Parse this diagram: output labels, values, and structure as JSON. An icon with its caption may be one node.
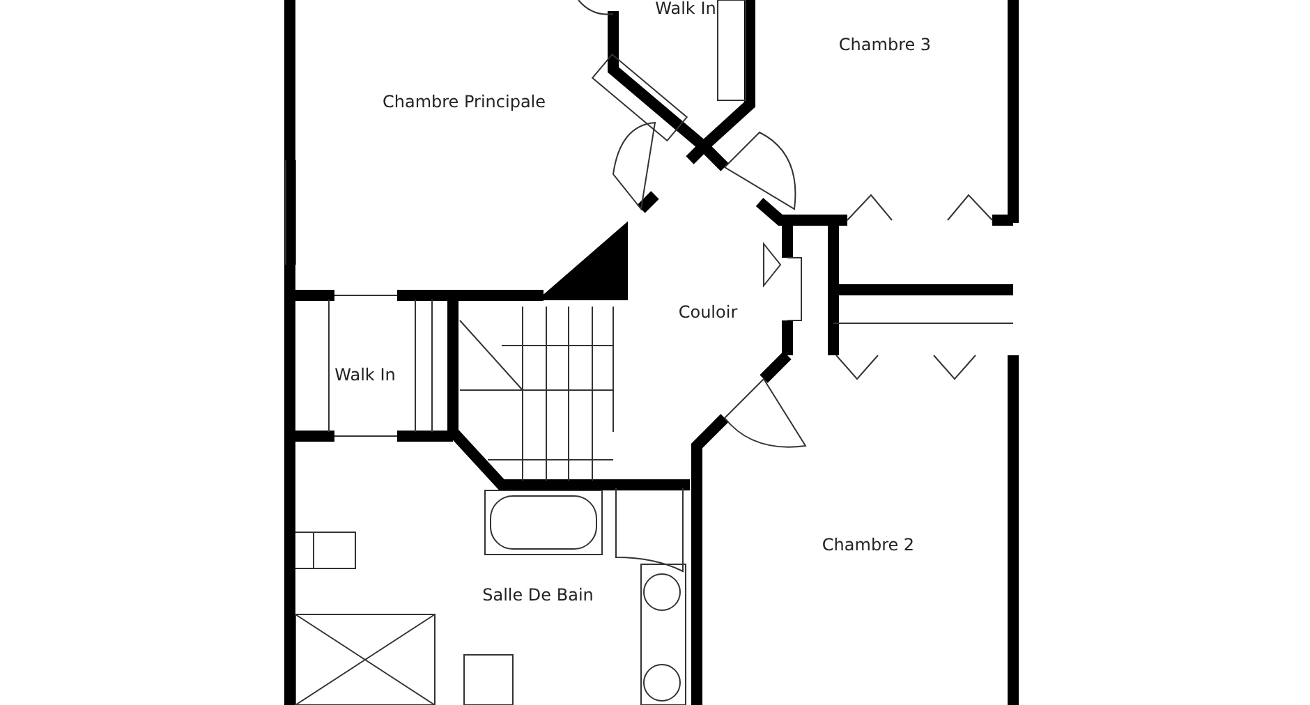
{
  "diagram": {
    "labels": [
      "Walk In",
      "Chambre 3",
      "Chambre Principale",
      "Couloir",
      "Walk In",
      "Chambre 2",
      "Salle De Bain"
    ]
  }
}
